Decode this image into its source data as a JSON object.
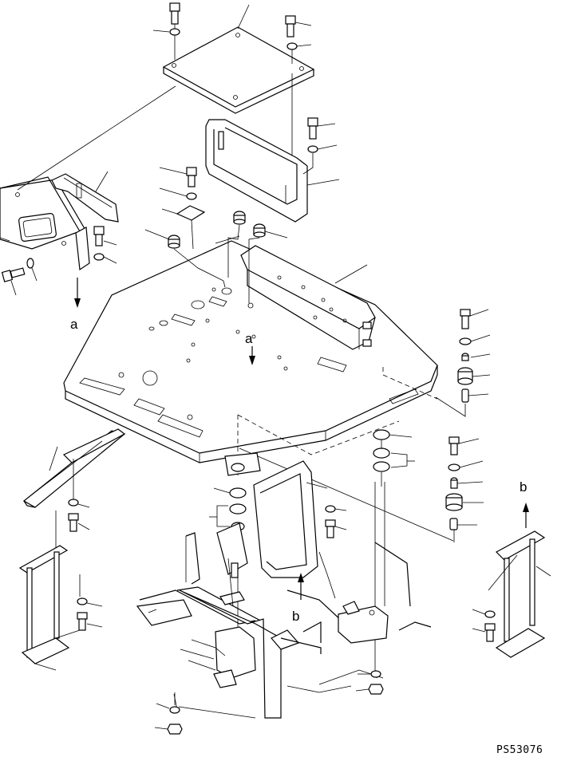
{
  "diagram": {
    "callouts": [
      "a",
      "a",
      "b",
      "b"
    ],
    "drawing_code": "PS53076"
  }
}
